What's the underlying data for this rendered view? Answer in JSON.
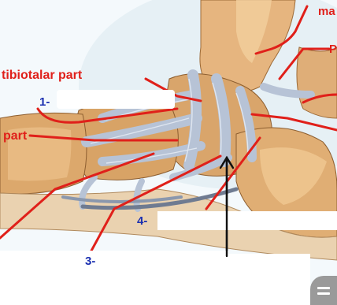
{
  "labels": {
    "top_right": "ma",
    "right_upper": "P",
    "tibiotalar": "tibiotalar part",
    "part": "part",
    "num1": "1-",
    "num3": "3-",
    "num4": "4-"
  },
  "colors": {
    "label_red": "#e0201a",
    "label_blue": "#1a2fb0",
    "pointer_black": "#111111",
    "bone": "#e3b47e",
    "ligament": "#b9c4d6"
  },
  "icons": {
    "corner_button": "menu-lines-icon"
  }
}
